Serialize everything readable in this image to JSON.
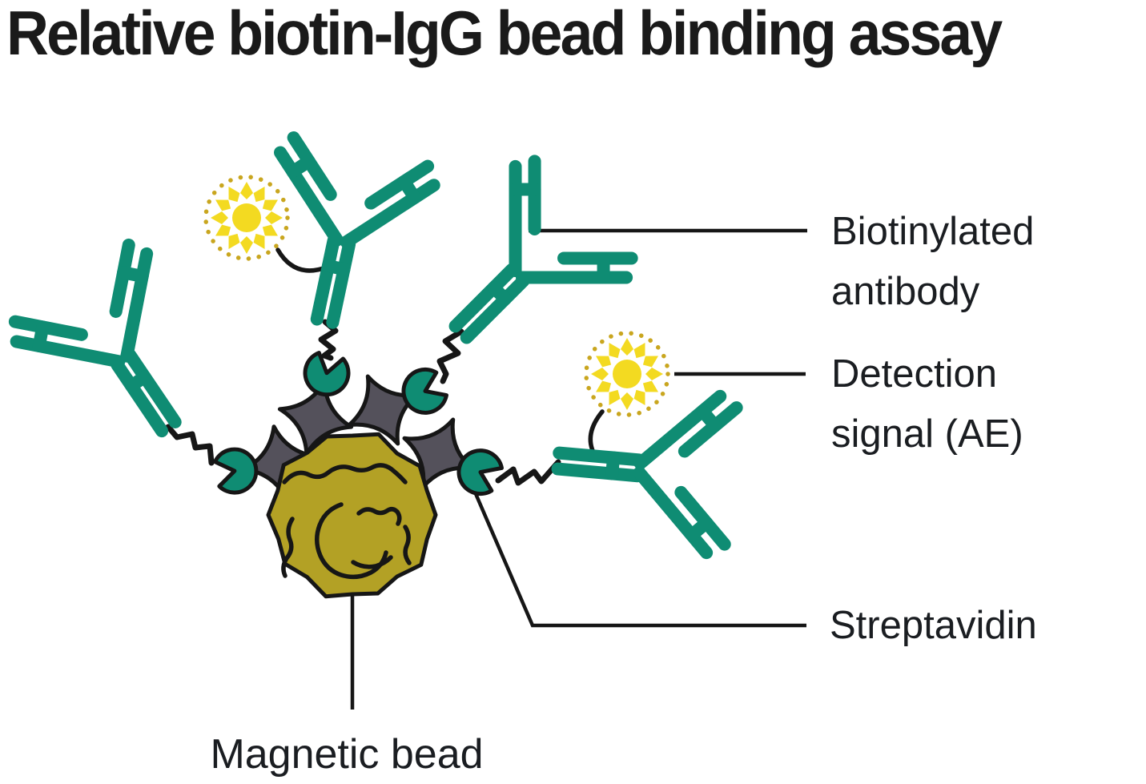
{
  "title": "Relative biotin-IgG bead binding assay",
  "labels": {
    "biotinylated_antibody": {
      "line1": "Biotinylated",
      "line2": "antibody"
    },
    "detection_signal": {
      "line1": "Detection",
      "line2": "signal (AE)"
    },
    "streptavidin": "Streptavidin",
    "magnetic_bead": "Magnetic bead"
  },
  "diagram": {
    "antibody_count": 4,
    "detection_signal_count": 2,
    "streptavidin_count": 4,
    "magnetic_bead_count": 1
  },
  "icons": {
    "antibody": "igg-y-shape",
    "detection_signal": "sunburst-with-dotted-ring",
    "streptavidin": "four-point-star-with-binding-cup",
    "magnetic_bead": "textured-sphere",
    "linker": "zigzag-line"
  },
  "colors": {
    "antibody_teal": "#0F8C73",
    "streptavidin_gray": "#54515B",
    "bead_olive": "#B3A125",
    "signal_yellow": "#F3DA21",
    "signal_dot_gold": "#C9A61F",
    "line_black": "#161616",
    "text": "#1A1D21",
    "background": "#FFFFFF"
  }
}
